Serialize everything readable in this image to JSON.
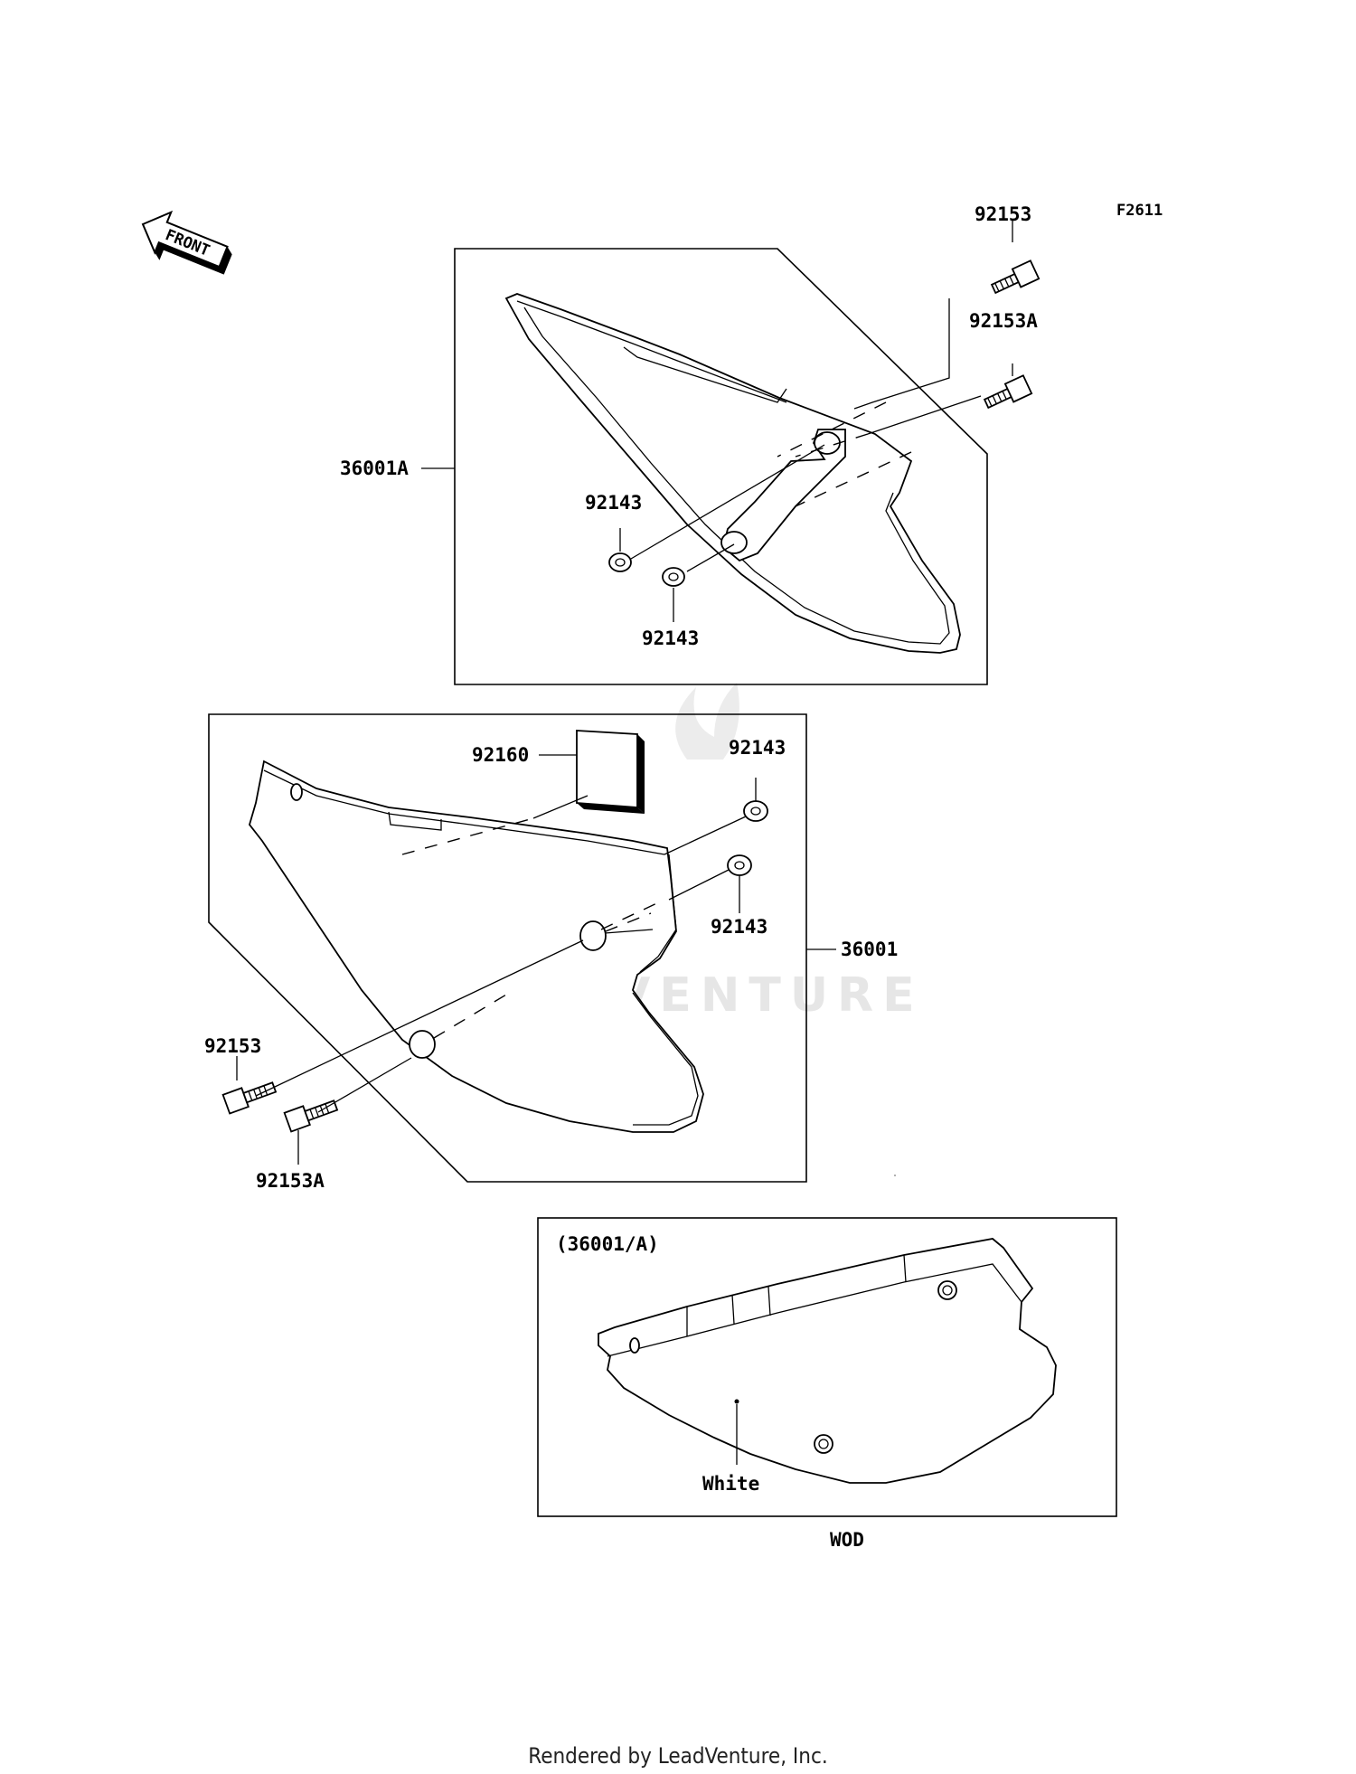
{
  "figure_code": "F2611",
  "direction_label": "FRONT",
  "watermark": "LEADVENTURE",
  "footer": "Rendered by LeadVenture, Inc.",
  "parts": {
    "bolt_upper_right_1": "92153",
    "bolt_upper_right_2": "92153A",
    "cover_left": "36001A",
    "grommet_upper_1": "92143",
    "grommet_upper_2": "92143",
    "pad": "92160",
    "grommet_lower_1": "92143",
    "grommet_lower_2": "92143",
    "cover_right": "36001",
    "bolt_lower_left_1": "92153",
    "bolt_lower_left_2": "92153A"
  },
  "variant": {
    "header": "(36001/A)",
    "color_label": "White",
    "model_code": "WOD"
  }
}
